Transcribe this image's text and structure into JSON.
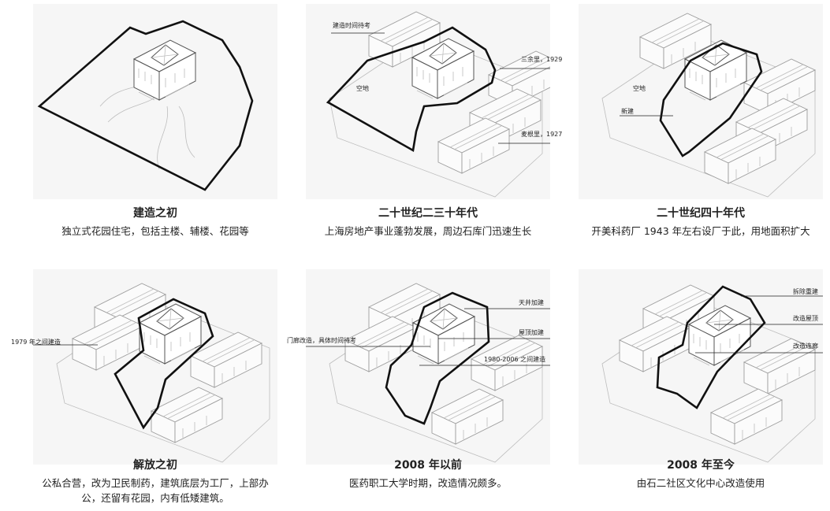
{
  "panels": [
    {
      "title": "建造之初",
      "caption": "独立式花园住宅，包括主楼、辅楼、花园等",
      "labels": []
    },
    {
      "title": "二十世纪二三十年代",
      "caption": "上海房地产事业蓬勃发展，周边石库门迅速生长",
      "labels": [
        "建造时间待考",
        "三余里，1929",
        "空地",
        "麦根里，1927"
      ]
    },
    {
      "title": "二十世纪四十年代",
      "caption": "开美科药厂 1943 年左右设厂于此，用地面积扩大",
      "labels": [
        "空地",
        "新建"
      ]
    },
    {
      "title": "解放之初",
      "caption": "公私合营，改为卫民制药，建筑底层为工厂，上部办公，还留有花园，内有低矮建筑。",
      "labels": [
        "1979 年之间建造"
      ]
    },
    {
      "title": "2008 年以前",
      "caption": "医药职工大学时期，改造情况颇多。",
      "labels": [
        "天井加建",
        "屋顶加建",
        "门廊改造，具体时间待考",
        "1980-2006 之间建造"
      ]
    },
    {
      "title": "2008 年至今",
      "caption": "由石二社区文化中心改造使用",
      "labels": [
        "拆除重建",
        "改造屋顶",
        "改造连廊"
      ]
    }
  ]
}
